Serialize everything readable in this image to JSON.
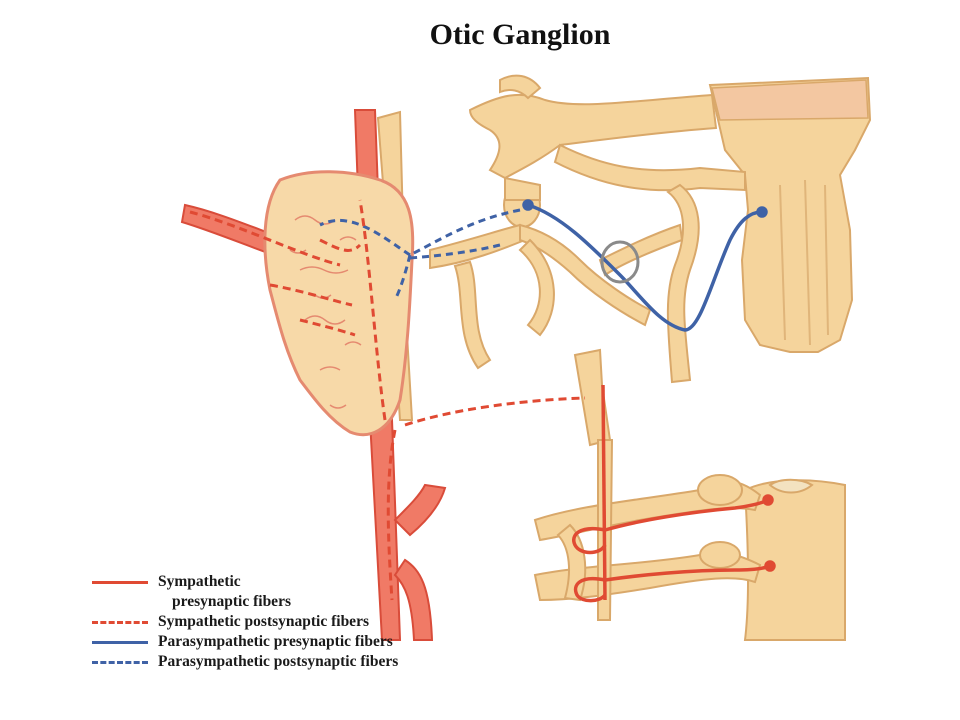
{
  "title": "Otic Ganglion",
  "colors": {
    "sympathetic": "#e04a33",
    "parasympathetic": "#3f62a6",
    "artery": "#f07a66",
    "artery_dark": "#d94c3a",
    "nerve": "#f5d9a4",
    "nerve_edge": "#d9a86a",
    "gland": "#f7d9a8",
    "gland_edge": "#e58a70"
  },
  "legend": [
    {
      "line1": "Sympathetic",
      "line2": "presynaptic fibers",
      "style": "solid",
      "color": "#e04a33"
    },
    {
      "line1": "Sympathetic postsynaptic fibers",
      "line2": "",
      "style": "dashed",
      "color": "#e04a33"
    },
    {
      "line1": "Parasympathetic presynaptic fibers",
      "line2": "",
      "style": "solid",
      "color": "#3f62a6"
    },
    {
      "line1": "Parasympathetic postsynaptic fibers",
      "line2": "",
      "style": "dashed",
      "color": "#3f62a6"
    }
  ]
}
